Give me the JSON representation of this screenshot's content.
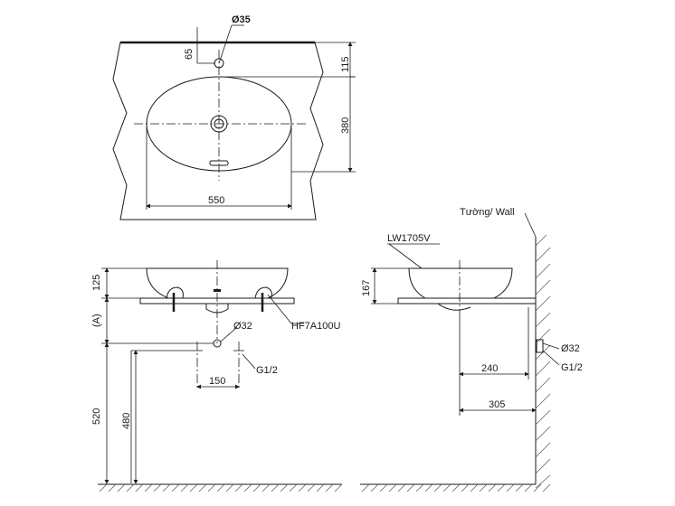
{
  "top_view": {
    "hole_dia": "Ø35",
    "dim_65": "65",
    "dim_115": "115",
    "dim_380": "380",
    "dim_550": "550"
  },
  "front_view": {
    "dim_125": "125",
    "dim_A": "(A)",
    "drain_dia": "Ø32",
    "drain_model": "HF7A100U",
    "supply": "G1/2",
    "dim_150": "150",
    "dim_520": "520",
    "dim_480": "480"
  },
  "side_view": {
    "wall_label": "Tường/ Wall",
    "basin_model": "LW1705V",
    "dim_167": "167",
    "dim_240": "240",
    "dim_305": "305",
    "drain_dia": "Ø32",
    "supply": "G1/2"
  }
}
